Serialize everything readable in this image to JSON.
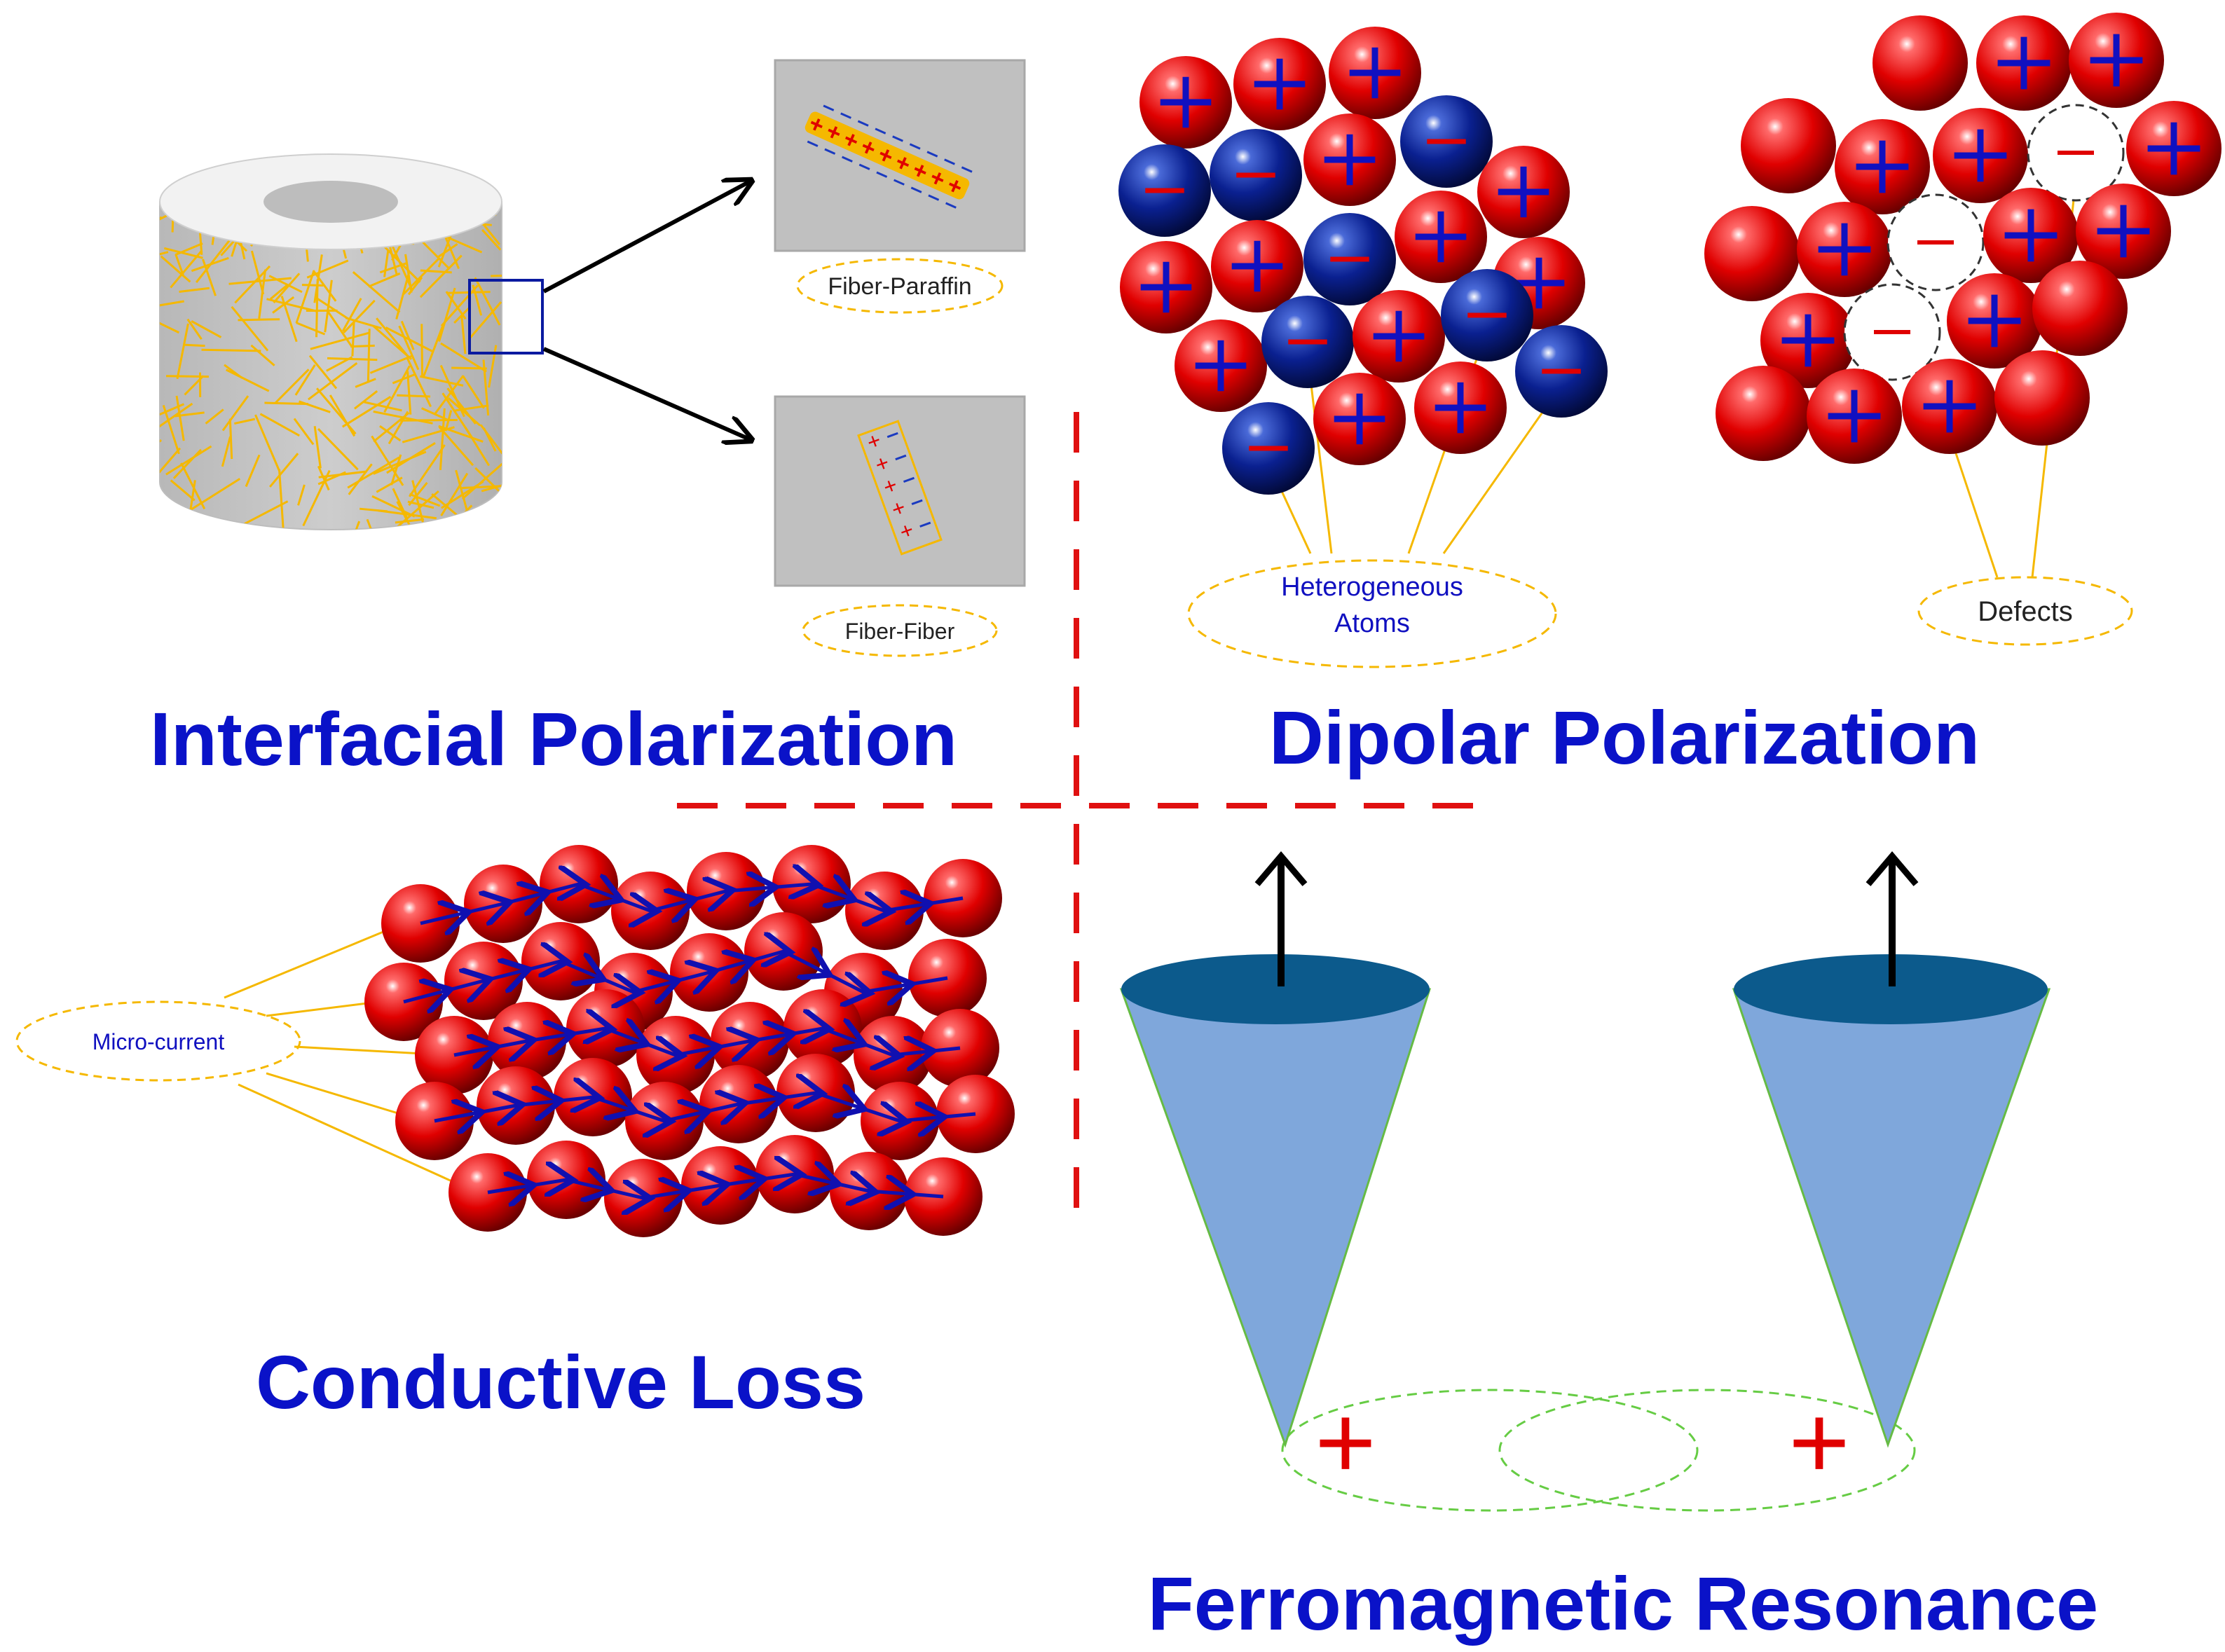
{
  "sections": {
    "interfacial": {
      "title": "Interfacial Polarization"
    },
    "dipolar": {
      "title": "Dipolar Polarization"
    },
    "conductive": {
      "title": "Conductive Loss"
    },
    "ferromagnetic": {
      "title": "Ferromagnetic Resonance"
    }
  },
  "labels": {
    "fiber_paraffin": "Fiber-Paraffin",
    "fiber_fiber": "Fiber-Fiber",
    "heterogeneous_line1": "Heterogeneous",
    "heterogeneous_line2": "Atoms",
    "defects": "Defects",
    "micro_current": "Micro-current"
  },
  "symbols": {
    "plus": "+",
    "minus": "−"
  },
  "colors": {
    "title_blue": "#0a12c8",
    "positive_red": "#e00000",
    "negative_blue": "#061a8c",
    "fiber_yellow": "#f5b800",
    "divider_red": "#e01010",
    "cone_blue": "#7fa7db",
    "cone_top": "#0c5a8c",
    "orbit_green": "#66cc44"
  }
}
